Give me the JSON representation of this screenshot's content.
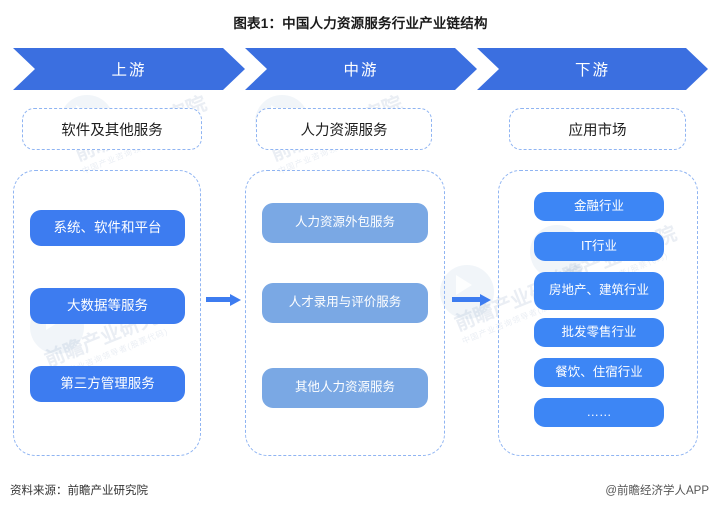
{
  "title": "图表1：中国人力资源服务行业产业链结构",
  "stages": [
    {
      "label": "上游"
    },
    {
      "label": "中游"
    },
    {
      "label": "下游"
    }
  ],
  "sections": [
    {
      "heading": "软件及其他服务",
      "items": [
        "系统、软件和平台",
        "大数据等服务",
        "第三方管理服务"
      ],
      "item_color": "#3d7cf0"
    },
    {
      "heading": "人力资源服务",
      "items": [
        "人力资源外包服务",
        "人才录用与评价服务",
        "其他人力资源服务"
      ],
      "item_color": "#7aa8e4"
    },
    {
      "heading": "应用市场",
      "items": [
        "金融行业",
        "IT行业",
        "房地产、建筑行业",
        "批发零售行业",
        "餐饮、住宿行业",
        "……"
      ],
      "item_color": "#3d86f5"
    }
  ],
  "connectors": [
    {
      "name": "arrow-upstream-to-midstream"
    },
    {
      "name": "arrow-midstream-to-downstream"
    }
  ],
  "footer": {
    "source": "资料来源：前瞻产业研究院",
    "attribution": "@前瞻经济学人APP"
  },
  "watermark": {
    "text": "前瞻产业研究院",
    "sub": "中国产业咨询领导者(股票代码)"
  },
  "colors": {
    "chevron": "#3b6fe0",
    "dashed_border": "#8fb4f2",
    "upstream_pill": "#3d7cf0",
    "midstream_pill": "#7aa8e4",
    "downstream_pill": "#3d86f5",
    "background": "#ffffff"
  }
}
